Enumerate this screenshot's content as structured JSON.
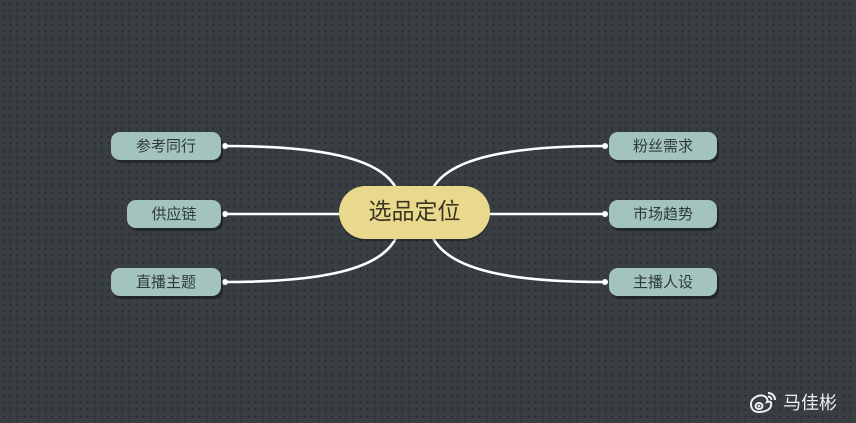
{
  "diagram": {
    "center": {
      "label": "选品定位",
      "color": "#e8d98c"
    },
    "branches": {
      "left": [
        {
          "label": "参考同行"
        },
        {
          "label": "供应链"
        },
        {
          "label": "直播主题"
        }
      ],
      "right": [
        {
          "label": "粉丝需求"
        },
        {
          "label": "市场趋势"
        },
        {
          "label": "主播人设"
        }
      ]
    },
    "node_color": "#a3c4bd",
    "connector_color": "#ffffff",
    "background_color": "#393e42"
  },
  "watermark": {
    "icon": "weibo-icon",
    "text": "马佳彬"
  }
}
